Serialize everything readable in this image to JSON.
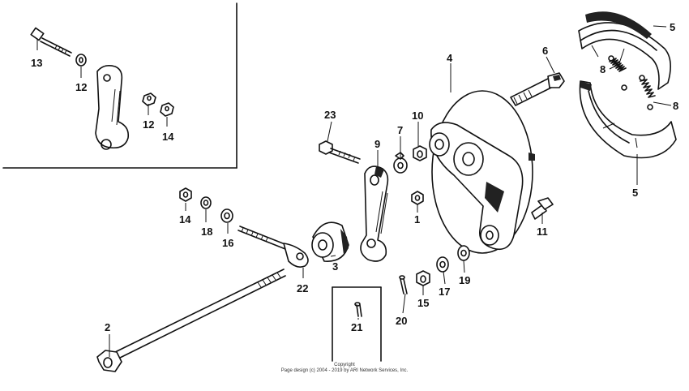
{
  "callouts": {
    "c1": "1",
    "c2": "2",
    "c3": "3",
    "c4": "4",
    "c5a": "5",
    "c5b": "5",
    "c6": "6",
    "c7": "7",
    "c8a": "8",
    "c8b": "8",
    "c9": "9",
    "c10": "10",
    "c11": "11",
    "c12a": "12",
    "c12b": "12",
    "c13": "13",
    "c14a": "14",
    "c14b": "14",
    "c15": "15",
    "c16": "16",
    "c17": "17",
    "c18": "18",
    "c19": "19",
    "c20": "20",
    "c21": "21",
    "c22": "22",
    "c23": "23"
  },
  "copyright": {
    "line1": "Copyright",
    "line2": "Page design (c) 2004 - 2019 by ARI Network Services, Inc."
  }
}
